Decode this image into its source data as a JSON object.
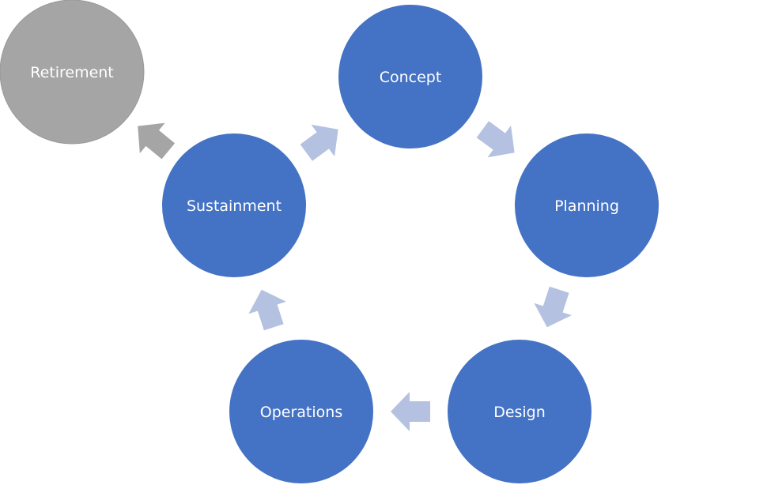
{
  "diagram": {
    "type": "cycle",
    "colors": {
      "node_blue": "#4472C4",
      "node_gray": "#A5A5A5",
      "arrow_blue": "#B4C1E0",
      "arrow_gray": "#A5A5A5",
      "label": "#FFFFFF"
    },
    "nodes": [
      {
        "id": "concept",
        "label": "Concept",
        "style": "blue"
      },
      {
        "id": "planning",
        "label": "Planning",
        "style": "blue"
      },
      {
        "id": "design",
        "label": "Design",
        "style": "blue"
      },
      {
        "id": "operations",
        "label": "Operations",
        "style": "blue"
      },
      {
        "id": "sustainment",
        "label": "Sustainment",
        "style": "blue"
      },
      {
        "id": "retirement",
        "label": "Retirement",
        "style": "gray"
      }
    ],
    "edges": [
      {
        "from": "concept",
        "to": "planning",
        "style": "blue"
      },
      {
        "from": "planning",
        "to": "design",
        "style": "blue"
      },
      {
        "from": "design",
        "to": "operations",
        "style": "blue"
      },
      {
        "from": "operations",
        "to": "sustainment",
        "style": "blue"
      },
      {
        "from": "sustainment",
        "to": "concept",
        "style": "blue"
      },
      {
        "from": "sustainment",
        "to": "retirement",
        "style": "gray"
      }
    ]
  }
}
